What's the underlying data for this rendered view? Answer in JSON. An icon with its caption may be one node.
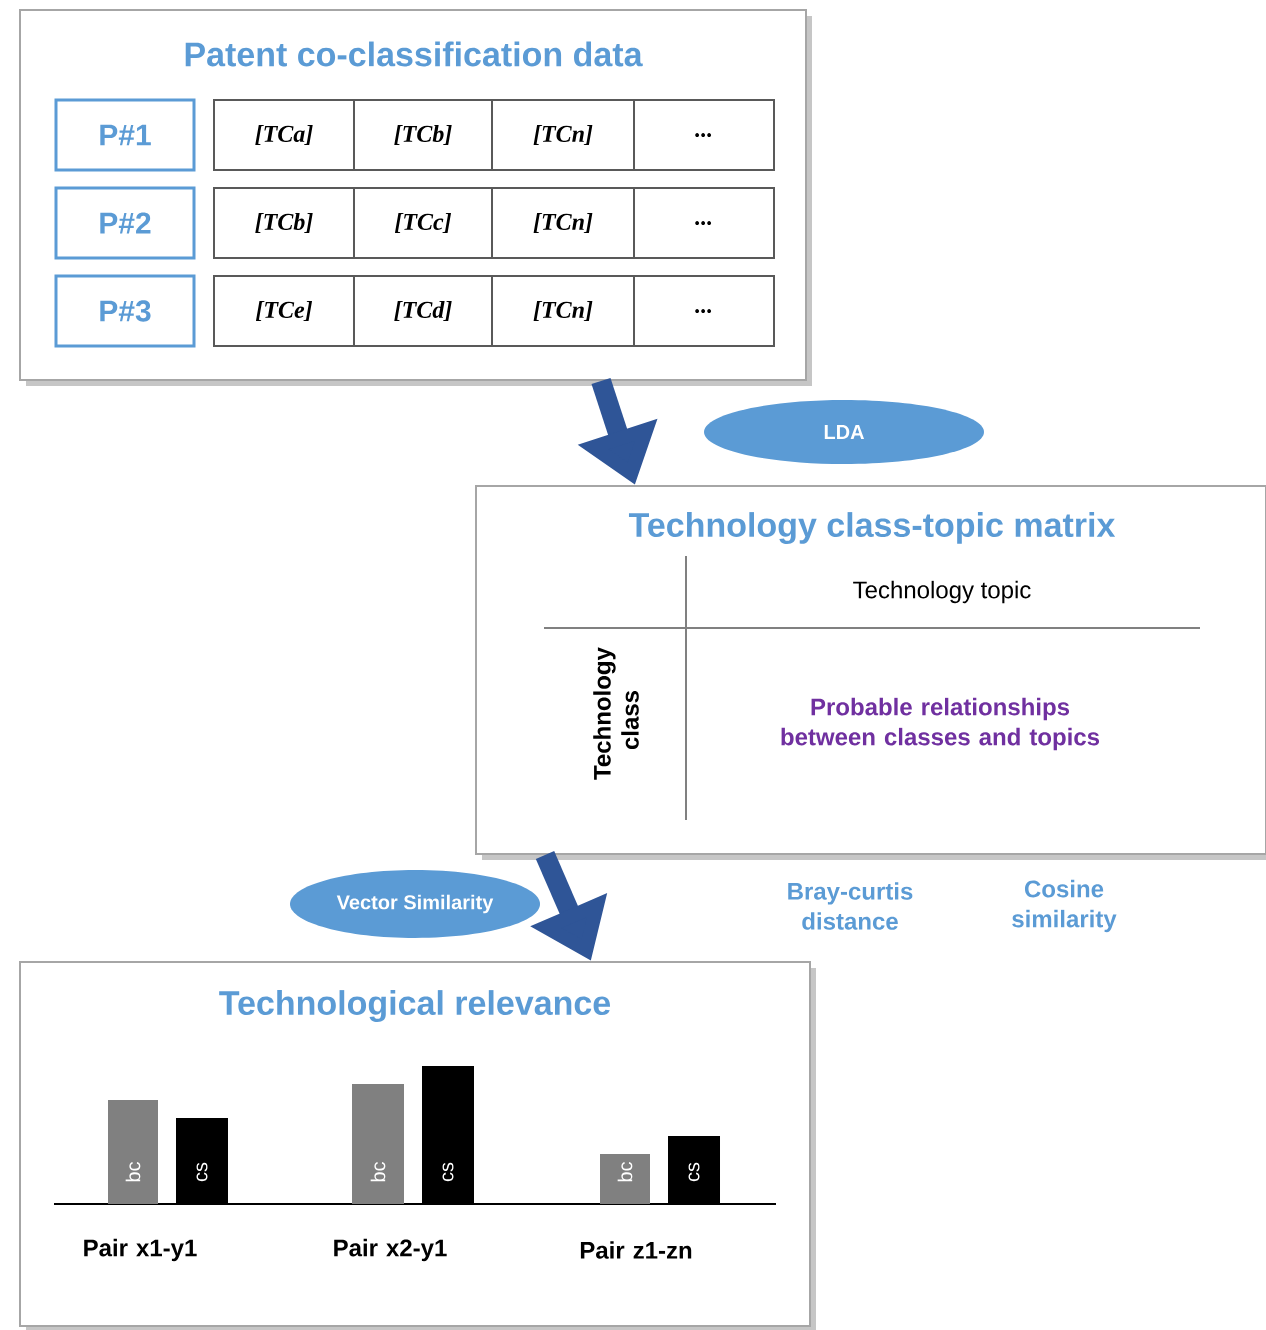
{
  "diagram": {
    "nodes": [
      {
        "text": [
          "Patent co-classification data"
        ]
      },
      {
        "text": [
          "P#1"
        ],
        "in": 0
      },
      {
        "text": [
          "[TCa]"
        ],
        "in": 0
      },
      {
        "text": [
          "[TCb]"
        ],
        "in": 0
      },
      {
        "text": [
          "[TCn]"
        ],
        "in": 0
      },
      {
        "text": [
          "..."
        ],
        "in": 0
      },
      {
        "text": [
          "P#2"
        ],
        "in": 0
      },
      {
        "text": [
          "[TCb]"
        ],
        "in": 0
      },
      {
        "text": [
          "[TCc]"
        ],
        "in": 0
      },
      {
        "text": [
          "[TCn]"
        ],
        "in": 0
      },
      {
        "text": [
          "..."
        ],
        "in": 0
      },
      {
        "text": [
          "P#3"
        ],
        "in": 0
      },
      {
        "text": [
          "[TCe]"
        ],
        "in": 0
      },
      {
        "text": [
          "[TCd]"
        ],
        "in": 0
      },
      {
        "text": [
          "[TCn]"
        ],
        "in": 0
      },
      {
        "text": [
          "..."
        ],
        "in": 0
      },
      {
        "text": [
          "LDA"
        ]
      },
      {
        "text": [
          "Technology class-topic matrix",
          "Technology topic",
          "Technology class",
          "Probable relationships between classes and topics"
        ]
      },
      {
        "text": [
          "Vector Similarity"
        ]
      },
      {
        "text": [
          "Technological relevance"
        ]
      },
      {
        "text": [
          "bc"
        ],
        "in": 19
      },
      {
        "text": [
          "cs"
        ],
        "in": 19
      },
      {
        "text": [
          "bc"
        ],
        "in": 19
      },
      {
        "text": [
          "cs"
        ],
        "in": 19
      },
      {
        "text": [
          "bc"
        ],
        "in": 19
      },
      {
        "text": [
          "cs"
        ],
        "in": 19
      }
    ],
    "edges": [
      {
        "from": 0,
        "to": 17,
        "arrow": "to"
      },
      {
        "from": 17,
        "to": 19,
        "arrow": "to"
      }
    ],
    "labels": [
      "Bray-curtis distance",
      "Cosine similarity",
      "Pair x1-y1",
      "Pair x2-y1",
      "Pair z1-zn"
    ]
  }
}
